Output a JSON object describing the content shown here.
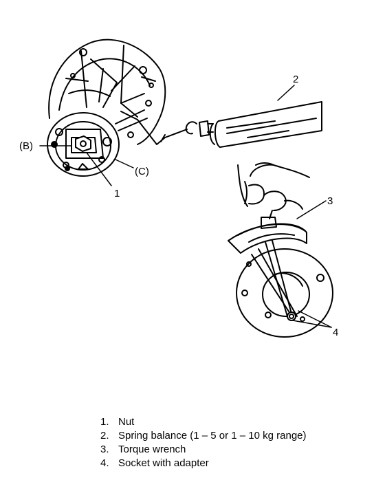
{
  "callouts": {
    "b": "(B)",
    "c": "(C)",
    "one": "1",
    "two": "2",
    "three": "3",
    "four": "4"
  },
  "legend": [
    {
      "num": "1.",
      "text": "Nut"
    },
    {
      "num": "2.",
      "text": "Spring balance (1 – 5 or 1 – 10 kg range)"
    },
    {
      "num": "3.",
      "text": "Torque wrench"
    },
    {
      "num": "4.",
      "text": "Socket with adapter"
    }
  ]
}
